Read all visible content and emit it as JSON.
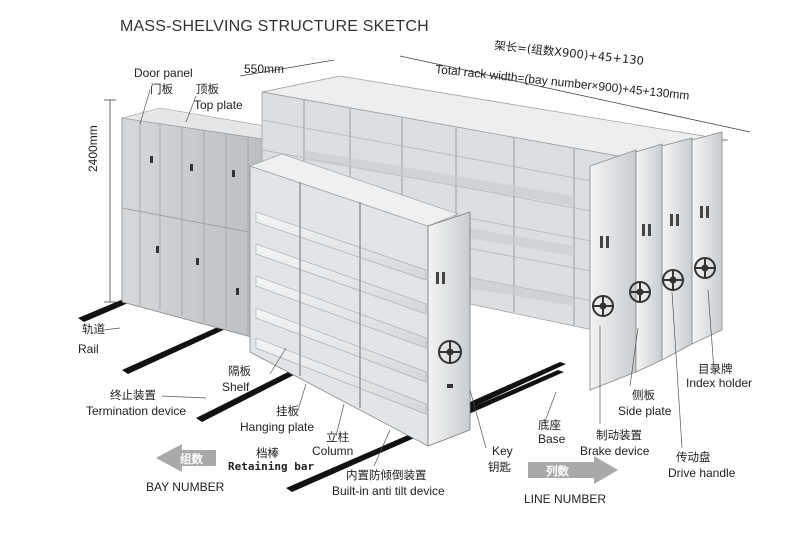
{
  "title": "MASS-SHELVING STRUCTURE SKETCH",
  "dimensions": {
    "depth": "550mm",
    "height": "2400mm",
    "width_cn": "架长=(组数X900)+45+130",
    "width_en": "Total rack width=(bay number×900)+45+130mm"
  },
  "labels": {
    "door_panel_en": "Door panel",
    "door_panel_cn": "门板",
    "top_plate_cn": "顶板",
    "top_plate_en": "Top plate",
    "rail_cn": "轨道",
    "rail_en": "Rail",
    "termination_cn": "终止装置",
    "termination_en": "Termination device",
    "shelf_cn": "隔板",
    "shelf_en": "Shelf",
    "hanging_cn": "挂板",
    "hanging_en": "Hanging plate",
    "column_cn": "立柱",
    "column_en": "Column",
    "retaining_cn": "档棒",
    "retaining_en": "Retaining bar",
    "antitilt_cn": "内置防倾倒装置",
    "antitilt_en": "Built-in anti tilt device",
    "key_en": "Key",
    "key_cn": "钥匙",
    "base_cn": "底座",
    "base_en": "Base",
    "brake_cn": "制动装置",
    "brake_en": "Brake device",
    "side_cn": "侧板",
    "side_en": "Side plate",
    "index_cn": "目录牌",
    "index_en": "Index holder",
    "drive_cn": "传动盘",
    "drive_en": "Drive handle"
  },
  "arrows": {
    "bay_cn": "组数",
    "bay_en": "BAY NUMBER",
    "line_cn": "列数",
    "line_en": "LINE NUMBER"
  },
  "colors": {
    "metal_light": "#e9ebec",
    "metal_mid": "#cfd3d5",
    "metal_dark": "#9aa0a4",
    "rail": "#1a1a1a",
    "arrow_gray": "#a9a9a9"
  }
}
